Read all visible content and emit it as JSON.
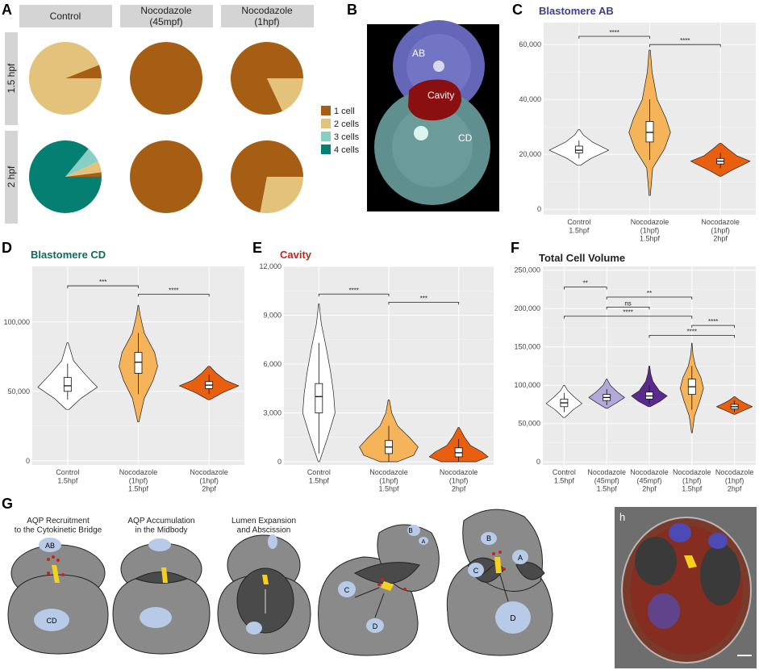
{
  "panel_letters": {
    "A": "A",
    "B": "B",
    "C": "C",
    "D": "D",
    "E": "E",
    "F": "F",
    "G": "G",
    "h": "h"
  },
  "colors": {
    "one_cell": "#a65e14",
    "two_cells": "#e3c27c",
    "three_cells": "#87cfc4",
    "four_cells": "#067f73",
    "control": "#ffffff",
    "nocodazole_1hpf_15": "#f5b35a",
    "nocodazole_1hpf_2": "#e8600f",
    "nocodazole_45mpf_15": "#b3a8d9",
    "nocodazole_45mpf_2": "#5a2a91",
    "title_ab": "#3b3d8f",
    "title_cd": "#0e6b5a",
    "title_cavity": "#c0261b",
    "grid_bg": "#ebebeb",
    "cell_gray": "#8a8a8a"
  },
  "panel_b": {
    "labels": [
      "AB",
      "Cavity",
      "CD"
    ]
  },
  "chart_data": [
    {
      "id": "A",
      "type": "pie",
      "columns": [
        "Control",
        "Nocodazole\n(45mpf)",
        "Nocodazole\n(1hpf)"
      ],
      "rows": [
        "1.5 hpf",
        "2 hpf"
      ],
      "legend": [
        "1 cell",
        "2 cells",
        "3 cells",
        "4 cells"
      ],
      "pies": [
        [
          [
            0.06,
            0.94,
            0,
            0
          ],
          [
            1,
            0,
            0,
            0
          ],
          [
            0.82,
            0.18,
            0,
            0
          ]
        ],
        [
          [
            0.02,
            0.05,
            0.07,
            0.86
          ],
          [
            1,
            0,
            0,
            0
          ],
          [
            0.72,
            0.28,
            0,
            0
          ]
        ]
      ]
    },
    {
      "id": "C",
      "type": "violin",
      "title": "Blastomere AB",
      "ylim": [
        -2000,
        68000
      ],
      "yticks": [
        0,
        20000,
        40000,
        60000
      ],
      "ytick_labels": [
        "0",
        "20,000",
        "40,000",
        "60,000"
      ],
      "categories": [
        "Control\n1.5hpf",
        "Nocodazole\n(1hpf)\n1.5hpf",
        "Nocodazole\n(1hpf)\n2hpf"
      ],
      "groups": [
        {
          "fill": "#ffffff",
          "min": 16000,
          "max": 29000,
          "q1": 20500,
          "median": 21500,
          "q3": 23000,
          "wmin": 18500,
          "wmax": 25000,
          "profile": [
            [
              16000,
              0.05
            ],
            [
              18500,
              0.4
            ],
            [
              21500,
              1
            ],
            [
              24500,
              0.45
            ],
            [
              27000,
              0.15
            ],
            [
              29000,
              0.02
            ]
          ]
        },
        {
          "fill": "#f5b35a",
          "min": 5000,
          "max": 58000,
          "q1": 24500,
          "median": 28000,
          "q3": 32000,
          "wmin": 18000,
          "wmax": 40000,
          "profile": [
            [
              5000,
              0.02
            ],
            [
              15000,
              0.1
            ],
            [
              22000,
              0.5
            ],
            [
              28000,
              0.7
            ],
            [
              33000,
              0.55
            ],
            [
              40000,
              0.25
            ],
            [
              50000,
              0.08
            ],
            [
              58000,
              0.02
            ]
          ]
        },
        {
          "fill": "#e8600f",
          "min": 12000,
          "max": 24000,
          "q1": 16500,
          "median": 17500,
          "q3": 18500,
          "wmin": 15000,
          "wmax": 20500,
          "profile": [
            [
              12000,
              0.02
            ],
            [
              14000,
              0.35
            ],
            [
              17500,
              1
            ],
            [
              19500,
              0.55
            ],
            [
              22000,
              0.25
            ],
            [
              24000,
              0.03
            ]
          ]
        }
      ],
      "sig": [
        {
          "from": 0,
          "to": 1,
          "y": 63000,
          "label": "****"
        },
        {
          "from": 1,
          "to": 2,
          "y": 60000,
          "label": "****"
        }
      ]
    },
    {
      "id": "D",
      "type": "violin",
      "title": "Blastomere CD",
      "ylim": [
        -3000,
        140000
      ],
      "yticks": [
        0,
        50000,
        100000
      ],
      "ytick_labels": [
        "0",
        "50,000",
        "100,000"
      ],
      "categories": [
        "Control\n1.5hpf",
        "Nocodazole\n(1hpf)\n1.5hpf",
        "Nocodazole\n(1hpf)\n2hpf"
      ],
      "groups": [
        {
          "fill": "#ffffff",
          "min": 37000,
          "max": 85000,
          "q1": 50000,
          "median": 54000,
          "q3": 60000,
          "wmin": 44000,
          "wmax": 70000,
          "profile": [
            [
              37000,
              0.05
            ],
            [
              45000,
              0.45
            ],
            [
              53000,
              1
            ],
            [
              62000,
              0.6
            ],
            [
              72000,
              0.2
            ],
            [
              85000,
              0.02
            ]
          ]
        },
        {
          "fill": "#f5b35a",
          "min": 28000,
          "max": 112000,
          "q1": 63000,
          "median": 71000,
          "q3": 78000,
          "wmin": 48000,
          "wmax": 92000,
          "profile": [
            [
              28000,
              0.02
            ],
            [
              45000,
              0.2
            ],
            [
              58000,
              0.5
            ],
            [
              68000,
              0.65
            ],
            [
              78000,
              0.55
            ],
            [
              92000,
              0.2
            ],
            [
              105000,
              0.06
            ],
            [
              112000,
              0.01
            ]
          ]
        },
        {
          "fill": "#e8600f",
          "min": 44000,
          "max": 68000,
          "q1": 52000,
          "median": 54500,
          "q3": 57000,
          "wmin": 48000,
          "wmax": 62000,
          "profile": [
            [
              44000,
              0.03
            ],
            [
              49000,
              0.45
            ],
            [
              54000,
              1
            ],
            [
              58000,
              0.55
            ],
            [
              63000,
              0.25
            ],
            [
              68000,
              0.03
            ]
          ]
        }
      ],
      "sig": [
        {
          "from": 0,
          "to": 1,
          "y": 126000,
          "label": "***"
        },
        {
          "from": 1,
          "to": 2,
          "y": 120000,
          "label": "****"
        }
      ]
    },
    {
      "id": "E",
      "type": "violin",
      "title": "Cavity",
      "ylim": [
        -200,
        12000
      ],
      "yticks": [
        0,
        3000,
        6000,
        9000,
        12000
      ],
      "ytick_labels": [
        "0",
        "3,000",
        "6,000",
        "9,000",
        "12,000"
      ],
      "categories": [
        "Control\n1.5hpf",
        "Nocodazole\n(1hpf)\n1.5hpf",
        "Nocodazole\n(1hpf)\n2hpf"
      ],
      "groups": [
        {
          "fill": "#ffffff",
          "min": 0,
          "max": 9700,
          "q1": 3000,
          "median": 4000,
          "q3": 4800,
          "wmin": 500,
          "wmax": 7300,
          "profile": [
            [
              0,
              0.02
            ],
            [
              1500,
              0.3
            ],
            [
              3000,
              0.55
            ],
            [
              4200,
              0.5
            ],
            [
              5500,
              0.4
            ],
            [
              7000,
              0.25
            ],
            [
              8500,
              0.08
            ],
            [
              9700,
              0.01
            ]
          ]
        },
        {
          "fill": "#f5b35a",
          "min": 0,
          "max": 3800,
          "q1": 500,
          "median": 900,
          "q3": 1300,
          "wmin": 0,
          "wmax": 2200,
          "profile": [
            [
              0,
              0.3
            ],
            [
              400,
              0.85
            ],
            [
              900,
              1
            ],
            [
              1500,
              0.7
            ],
            [
              2200,
              0.3
            ],
            [
              3000,
              0.1
            ],
            [
              3800,
              0.02
            ]
          ]
        },
        {
          "fill": "#e8600f",
          "min": 0,
          "max": 2100,
          "q1": 300,
          "median": 550,
          "q3": 850,
          "wmin": 0,
          "wmax": 1400,
          "profile": [
            [
              0,
              0.6
            ],
            [
              300,
              1
            ],
            [
              600,
              0.8
            ],
            [
              1000,
              0.4
            ],
            [
              1500,
              0.2
            ],
            [
              2100,
              0.02
            ]
          ]
        }
      ],
      "sig": [
        {
          "from": 0,
          "to": 1,
          "y": 10300,
          "label": "****"
        },
        {
          "from": 1,
          "to": 2,
          "y": 9800,
          "label": "***"
        }
      ]
    },
    {
      "id": "F",
      "type": "violin",
      "title": "Total Cell Volume",
      "ylim": [
        -4000,
        255000
      ],
      "yticks": [
        0,
        50000,
        100000,
        150000,
        200000,
        250000
      ],
      "ytick_labels": [
        "0",
        "50,000",
        "100,000",
        "150,000",
        "200,000",
        "250,000"
      ],
      "categories": [
        "Control\n1.5hpf",
        "Nocodazole\n(45mpf)\n1.5hpf",
        "Nocodazole\n(45mpf)\n2hpf",
        "Nocodazole\n(1hpf)\n1.5hpf",
        "Nocodazole\n(1hpf)\n2hpf"
      ],
      "groups": [
        {
          "fill": "#ffffff",
          "min": 58000,
          "max": 100000,
          "q1": 72000,
          "median": 77000,
          "q3": 82000,
          "wmin": 65000,
          "wmax": 90000,
          "profile": [
            [
              58000,
              0.05
            ],
            [
              68000,
              0.5
            ],
            [
              76000,
              1
            ],
            [
              85000,
              0.55
            ],
            [
              93000,
              0.2
            ],
            [
              100000,
              0.02
            ]
          ]
        },
        {
          "fill": "#b3a8d9",
          "min": 70000,
          "max": 108000,
          "q1": 80000,
          "median": 84000,
          "q3": 88000,
          "wmin": 74000,
          "wmax": 95000,
          "profile": [
            [
              70000,
              0.05
            ],
            [
              77000,
              0.55
            ],
            [
              84000,
              1
            ],
            [
              91000,
              0.6
            ],
            [
              100000,
              0.2
            ],
            [
              108000,
              0.02
            ]
          ]
        },
        {
          "fill": "#5a2a91",
          "min": 72000,
          "max": 125000,
          "q1": 82000,
          "median": 86000,
          "q3": 91000,
          "wmin": 76000,
          "wmax": 100000,
          "profile": [
            [
              72000,
              0.05
            ],
            [
              79000,
              0.6
            ],
            [
              86000,
              1
            ],
            [
              93000,
              0.55
            ],
            [
              105000,
              0.2
            ],
            [
              115000,
              0.08
            ],
            [
              125000,
              0.02
            ]
          ]
        },
        {
          "fill": "#f5b35a",
          "min": 38000,
          "max": 155000,
          "q1": 88000,
          "median": 98000,
          "q3": 108000,
          "wmin": 68000,
          "wmax": 125000,
          "profile": [
            [
              38000,
              0.02
            ],
            [
              60000,
              0.15
            ],
            [
              80000,
              0.45
            ],
            [
              96000,
              0.65
            ],
            [
              110000,
              0.5
            ],
            [
              125000,
              0.2
            ],
            [
              140000,
              0.06
            ],
            [
              155000,
              0.01
            ]
          ]
        },
        {
          "fill": "#e8600f",
          "min": 62000,
          "max": 85000,
          "q1": 69000,
          "median": 72000,
          "q3": 75000,
          "wmin": 65000,
          "wmax": 80000,
          "profile": [
            [
              62000,
              0.03
            ],
            [
              67000,
              0.5
            ],
            [
              72000,
              1
            ],
            [
              77000,
              0.55
            ],
            [
              81000,
              0.25
            ],
            [
              85000,
              0.03
            ]
          ]
        }
      ],
      "sig": [
        {
          "from": 0,
          "to": 1,
          "y": 228000,
          "label": "**"
        },
        {
          "from": 1,
          "to": 3,
          "y": 215000,
          "label": "**"
        },
        {
          "from": 1,
          "to": 2,
          "y": 202000,
          "label": "ns"
        },
        {
          "from": 0,
          "to": 3,
          "y": 190000,
          "label": "****"
        },
        {
          "from": 3,
          "to": 4,
          "y": 178000,
          "label": "****"
        },
        {
          "from": 2,
          "to": 4,
          "y": 165000,
          "label": "****"
        }
      ]
    }
  ],
  "panel_g": {
    "captions": [
      "AQP Recruitment\nto the Cytokinetic Bridge",
      "AQP Accumulation\nin the Midbody",
      "Lumen Expansion\nand Abscission",
      "",
      ""
    ],
    "labels": [
      "AB",
      "CD",
      "C",
      "B",
      "A",
      "D",
      "B",
      "A",
      "C",
      "D"
    ]
  }
}
